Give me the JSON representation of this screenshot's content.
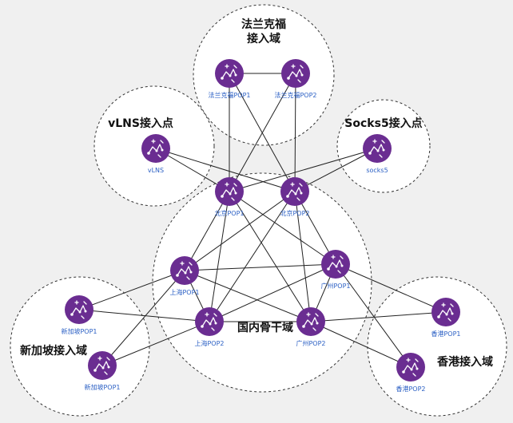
{
  "domains": [
    {
      "id": "frankfurt",
      "label_lines": [
        "法兰克福",
        "接入域"
      ]
    },
    {
      "id": "vlns",
      "label_lines": [
        "vLNS接入点"
      ]
    },
    {
      "id": "socks5",
      "label_lines": [
        "Socks5接入点"
      ]
    },
    {
      "id": "backbone",
      "label_lines": [
        "国内骨干域"
      ]
    },
    {
      "id": "singapore",
      "label_lines": [
        "新加坡接入域"
      ]
    },
    {
      "id": "hongkong",
      "label_lines": [
        "香港接入域"
      ]
    }
  ],
  "nodes": [
    {
      "id": "fra1",
      "label": "法兰克福POP1",
      "icon": "router-icon"
    },
    {
      "id": "fra2",
      "label": "法兰克福POP2",
      "icon": "router-icon"
    },
    {
      "id": "vlns",
      "label": "vLNS",
      "icon": "router-icon"
    },
    {
      "id": "socks5",
      "label": "socks5",
      "icon": "router-icon"
    },
    {
      "id": "bj1",
      "label": "北京POP1",
      "icon": "router-icon"
    },
    {
      "id": "bj2",
      "label": "北京POP2",
      "icon": "router-icon"
    },
    {
      "id": "sh1",
      "label": "上海POP1",
      "icon": "router-icon"
    },
    {
      "id": "gz1",
      "label": "广州POP1",
      "icon": "router-icon"
    },
    {
      "id": "sh2",
      "label": "上海POP2",
      "icon": "router-icon"
    },
    {
      "id": "gz2",
      "label": "广州POP2",
      "icon": "router-icon"
    },
    {
      "id": "sg1",
      "label": "新加坡POP1",
      "icon": "router-icon"
    },
    {
      "id": "sg2",
      "label": "新加坡POP1",
      "icon": "router-icon"
    },
    {
      "id": "hk1",
      "label": "香港POP1",
      "icon": "router-icon"
    },
    {
      "id": "hk2",
      "label": "香港POP2",
      "icon": "router-icon"
    }
  ],
  "links": [
    [
      "fra1",
      "fra2"
    ],
    [
      "fra1",
      "bj1"
    ],
    [
      "fra1",
      "bj2"
    ],
    [
      "fra2",
      "bj1"
    ],
    [
      "fra2",
      "bj2"
    ],
    [
      "vlns",
      "bj1"
    ],
    [
      "vlns",
      "bj2"
    ],
    [
      "socks5",
      "bj1"
    ],
    [
      "socks5",
      "bj2"
    ],
    [
      "bj1",
      "sh1"
    ],
    [
      "bj1",
      "gz1"
    ],
    [
      "bj1",
      "sh2"
    ],
    [
      "bj1",
      "gz2"
    ],
    [
      "bj2",
      "sh1"
    ],
    [
      "bj2",
      "gz1"
    ],
    [
      "bj2",
      "sh2"
    ],
    [
      "bj2",
      "gz2"
    ],
    [
      "sh1",
      "gz1"
    ],
    [
      "sh1",
      "sh2"
    ],
    [
      "sh1",
      "gz2"
    ],
    [
      "gz1",
      "sh2"
    ],
    [
      "gz1",
      "gz2"
    ],
    [
      "sh2",
      "gz2"
    ],
    [
      "sg1",
      "sh1"
    ],
    [
      "sg1",
      "sh2"
    ],
    [
      "sg2",
      "sh1"
    ],
    [
      "sg2",
      "sh2"
    ],
    [
      "hk1",
      "gz1"
    ],
    [
      "hk1",
      "gz2"
    ],
    [
      "hk2",
      "gz1"
    ],
    [
      "hk2",
      "gz2"
    ]
  ]
}
